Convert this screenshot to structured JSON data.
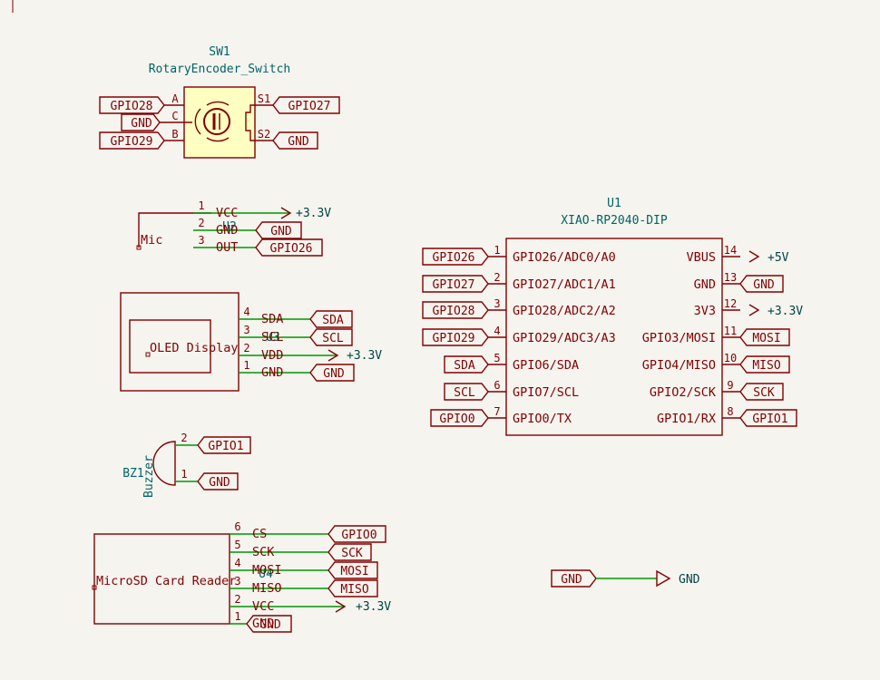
{
  "sw1": {
    "ref": "SW1",
    "value": "RotaryEncoder_Switch",
    "pins": [
      "A",
      "C",
      "B",
      "S1",
      "S2"
    ],
    "labels": [
      "GPIO28",
      "GND",
      "GPIO29",
      "GPIO27",
      "GND"
    ]
  },
  "mic": {
    "name": "Mic",
    "ref": "U2",
    "pin_numbers": [
      "1",
      "2",
      "3"
    ],
    "pin_names": [
      "VCC",
      "GND",
      "OUT"
    ],
    "power": "+3.3V",
    "labels": [
      "GND",
      "GPIO26"
    ]
  },
  "oled": {
    "name": "OLED Display",
    "ref": "U3",
    "pin_numbers": [
      "4",
      "3",
      "2",
      "1"
    ],
    "pin_names": [
      "SDA",
      "SCL",
      "VDD",
      "GND"
    ],
    "labels": [
      "SDA",
      "SCL",
      "GND"
    ],
    "power": "+3.3V"
  },
  "buzzer": {
    "ref": "BZ1",
    "value": "Buzzer",
    "pin_numbers": [
      "2",
      "1"
    ],
    "labels": [
      "GPIO1",
      "GND"
    ]
  },
  "sd": {
    "name": "MicroSD Card Reader",
    "ref": "U4",
    "pin_numbers": [
      "6",
      "5",
      "4",
      "3",
      "2",
      "1"
    ],
    "pin_names": [
      "CS",
      "SCK",
      "MOSI",
      "MISO",
      "VCC",
      "GND"
    ],
    "labels": [
      "GPIO0",
      "SCK",
      "MOSI",
      "MISO",
      "GND"
    ],
    "power": "+3.3V"
  },
  "u1": {
    "ref": "U1",
    "value": "XIAO-RP2040-DIP",
    "left_numbers": [
      "1",
      "2",
      "3",
      "4",
      "5",
      "6",
      "7"
    ],
    "left_names": [
      "GPIO26/ADC0/A0",
      "GPIO27/ADC1/A1",
      "GPIO28/ADC2/A2",
      "GPIO29/ADC3/A3",
      "GPIO6/SDA",
      "GPIO7/SCL",
      "GPIO0/TX"
    ],
    "left_labels": [
      "GPIO26",
      "GPIO27",
      "GPIO28",
      "GPIO29",
      "SDA",
      "SCL",
      "GPIO0"
    ],
    "right_numbers": [
      "14",
      "13",
      "12",
      "11",
      "10",
      "9",
      "8"
    ],
    "right_names": [
      "VBUS",
      "GND",
      "3V3",
      "GPIO3/MOSI",
      "GPIO4/MISO",
      "GPIO2/SCK",
      "GPIO1/RX"
    ],
    "right_labels": [
      "+5V",
      "GND",
      "+3.3V",
      "MOSI",
      "MISO",
      "SCK",
      "GPIO1"
    ]
  },
  "gnd_link": {
    "label": "GND",
    "power": "GND"
  }
}
